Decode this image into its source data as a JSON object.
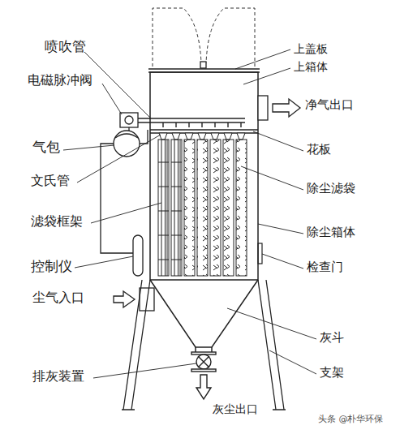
{
  "diagram": {
    "labels": [
      "喷吹管",
      "电磁脉冲阀",
      "气包",
      "文氏管",
      "滤袋框架",
      "控制仪",
      "尘气入口",
      "排灰装置",
      "上盖板",
      "上箱体",
      "净气出口",
      "花板",
      "除尘滤袋",
      "除尘箱体",
      "检查门",
      "灰斗",
      "支架",
      "灰尘出口",
      "头条 @朴华环保"
    ]
  }
}
